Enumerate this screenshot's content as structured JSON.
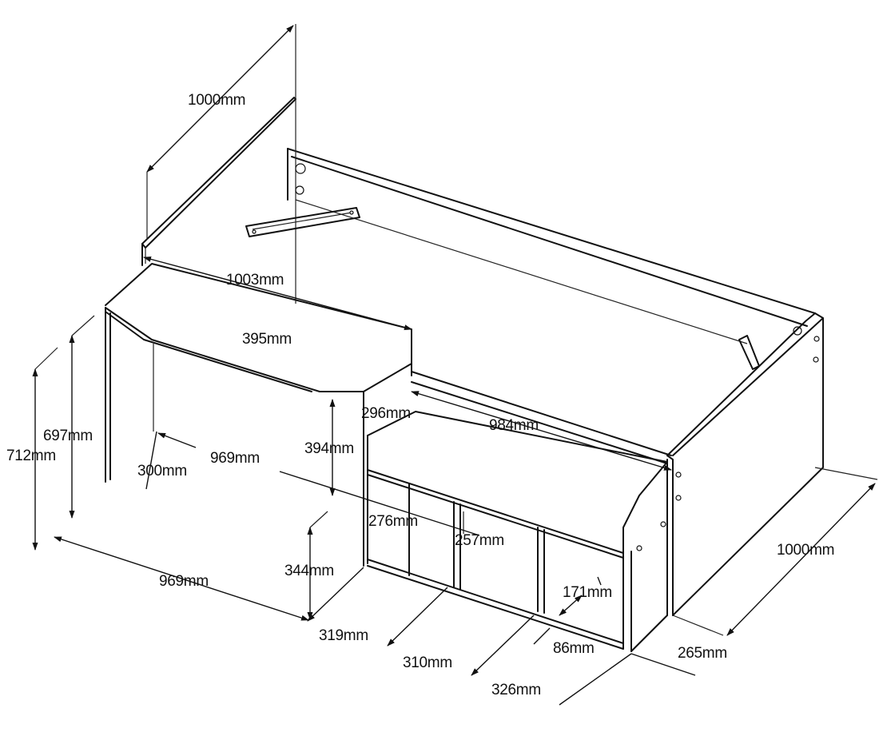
{
  "diagram": {
    "dimensions": {
      "back_height": "1000mm",
      "desk_length": "1003mm",
      "desk_depth": "395mm",
      "desk_gap": "296mm",
      "bed_length": "984mm",
      "desk_height_inner": "697mm",
      "desk_height_total": "712mm",
      "desk_leg_depth": "300mm",
      "desk_width_upper": "969mm",
      "desk_upright_height": "394mm",
      "shelf_gap_height": "276mm",
      "cubby_height": "257mm",
      "cabinet_height": "344mm",
      "desk_width_lower": "969mm",
      "drawer_clearance": "171mm",
      "cubby_left_width": "319mm",
      "cubby_mid_width": "310mm",
      "foot_offset": "86mm",
      "cubby_right_width": "326mm",
      "end_depth": "265mm",
      "bed_width": "1000mm"
    }
  }
}
